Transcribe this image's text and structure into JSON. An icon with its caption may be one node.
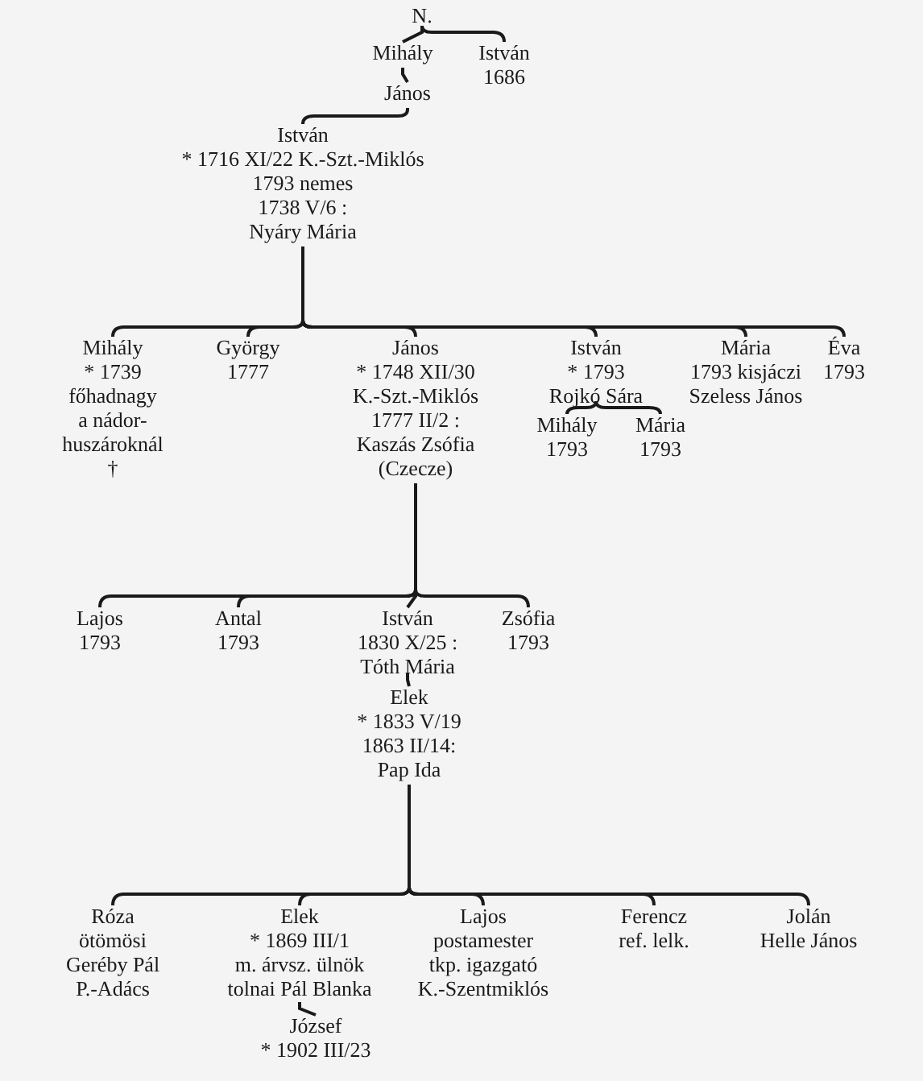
{
  "diagram": {
    "nodes": [
      {
        "text": [
          "N."
        ]
      },
      {
        "text": [
          "Mihály"
        ]
      },
      {
        "text": [
          "István",
          "1686"
        ]
      },
      {
        "text": [
          "János"
        ]
      },
      {
        "text": [
          "István",
          "* 1716 XI/22 K.-Szt.-Miklós",
          "1793 nemes",
          "1738 V/6 :",
          "Nyáry Mária"
        ]
      },
      {
        "text": [
          "Mihály",
          "* 1739",
          "főhadnagy",
          "a nádor-huszároknál",
          "†"
        ]
      },
      {
        "text": [
          "György",
          "1777"
        ]
      },
      {
        "text": [
          "János",
          "* 1748 XII/30",
          "K.-Szt.-Miklós",
          "1777 II/2 :",
          "Kaszás Zsófia",
          "(Czecze)"
        ]
      },
      {
        "text": [
          "István",
          "* 1793",
          "Rojkó Sára"
        ]
      },
      {
        "text": [
          "Mária",
          "1793 kisjáczi",
          "Szeless János"
        ]
      },
      {
        "text": [
          "Éva",
          "1793"
        ]
      },
      {
        "text": [
          "Mihály",
          "1793"
        ]
      },
      {
        "text": [
          "Mária",
          "1793"
        ]
      },
      {
        "text": [
          "Lajos",
          "1793"
        ]
      },
      {
        "text": [
          "Antal",
          "1793"
        ]
      },
      {
        "text": [
          "István",
          "1830 X/25 :",
          "Tóth Mária"
        ]
      },
      {
        "text": [
          "Zsófia",
          "1793"
        ]
      },
      {
        "text": [
          "Elek",
          "* 1833 V/19",
          "1863 II/14:",
          "Pap Ida"
        ]
      },
      {
        "text": [
          "Róza",
          "ötömösi",
          "Geréby Pál",
          "P.-Adács"
        ]
      },
      {
        "text": [
          "Elek",
          "* 1869 III/1",
          "m. árvsz. ülnök",
          "tolnai Pál Blanka"
        ]
      },
      {
        "text": [
          "Lajos",
          "postamester",
          "tkp. igazgató",
          "K.-Szentmiklós"
        ]
      },
      {
        "text": [
          "Ferencz",
          "ref. lelk."
        ]
      },
      {
        "text": [
          "Jolán",
          "Helle János"
        ]
      },
      {
        "text": [
          "József",
          "* 1902 III/23"
        ]
      }
    ],
    "edges": [
      {
        "from": 0,
        "to": 1,
        "arrow": "none"
      },
      {
        "from": 0,
        "to": 2,
        "arrow": "none"
      },
      {
        "from": 1,
        "to": 3,
        "arrow": "none"
      },
      {
        "from": 3,
        "to": 4,
        "arrow": "none"
      },
      {
        "from": 4,
        "to": 5,
        "arrow": "none"
      },
      {
        "from": 4,
        "to": 6,
        "arrow": "none"
      },
      {
        "from": 4,
        "to": 7,
        "arrow": "none"
      },
      {
        "from": 4,
        "to": 8,
        "arrow": "none"
      },
      {
        "from": 4,
        "to": 9,
        "arrow": "none"
      },
      {
        "from": 4,
        "to": 10,
        "arrow": "none"
      },
      {
        "from": 8,
        "to": 11,
        "arrow": "none"
      },
      {
        "from": 8,
        "to": 12,
        "arrow": "none"
      },
      {
        "from": 7,
        "to": 13,
        "arrow": "none"
      },
      {
        "from": 7,
        "to": 14,
        "arrow": "none"
      },
      {
        "from": 7,
        "to": 15,
        "arrow": "none"
      },
      {
        "from": 7,
        "to": 16,
        "arrow": "none"
      },
      {
        "from": 15,
        "to": 17,
        "arrow": "none"
      },
      {
        "from": 17,
        "to": 18,
        "arrow": "none"
      },
      {
        "from": 17,
        "to": 19,
        "arrow": "none"
      },
      {
        "from": 17,
        "to": 20,
        "arrow": "none"
      },
      {
        "from": 17,
        "to": 21,
        "arrow": "none"
      },
      {
        "from": 17,
        "to": 22,
        "arrow": "none"
      },
      {
        "from": 19,
        "to": 23,
        "arrow": "none"
      }
    ]
  }
}
